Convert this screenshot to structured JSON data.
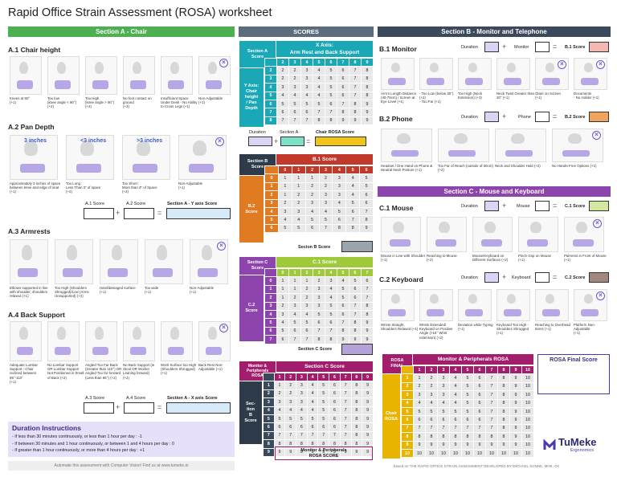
{
  "title": "Rapid Office Strain Assessment (ROSA) worksheet",
  "sectionA": {
    "header": "Section A - Chair",
    "a1": {
      "title": "A.1 Chair height",
      "items": [
        {
          "label": "Knees at 90°\n(+1)"
        },
        {
          "label": "Too low\n(knee angle < 90°)\n(+2)"
        },
        {
          "label": "Too High\n(knee angle > 90°)\n(+2)"
        },
        {
          "label": "No foot contact on ground\n(+3)"
        },
        {
          "label": "Insufficient Space Under Desk - No Ability to Cross Legs (+1)"
        },
        {
          "label": "Non-Adjustable\n(+1)"
        }
      ]
    },
    "a2": {
      "title": "A.2 Pan Depth",
      "tags": [
        "3 inches",
        "<3 inches",
        ">3 inches"
      ],
      "items": [
        {
          "label": "Approximately 3 inches of space between knee and edge of seat (+1)"
        },
        {
          "label": "Too Long :\nLess Than 3\" of space\n(+2)"
        },
        {
          "label": "Too Short :\nMore than 3\" of Space\n(+2)"
        },
        {
          "label": "Non-Adjustable\n(+1)"
        }
      ]
    },
    "a12": {
      "a1_score": "A.1 Score",
      "a2_score": "A.2 Score",
      "result": "Section A - Y axis Score"
    },
    "a3": {
      "title": "A.3 Armrests",
      "items": [
        {
          "label": "Elbows supported in line with shoulder, shoulders relaxed (+1)"
        },
        {
          "label": "Too High (Shoulders Shrugged)/Low (Arms Unsupported) (+2)"
        },
        {
          "label": "Hard/damaged surface\n(+1)"
        },
        {
          "label": "Too wide\n(+1)"
        },
        {
          "label": "Non-Adjustable\n(+1)"
        }
      ]
    },
    "a4": {
      "title": "A.4 Back Support",
      "items": [
        {
          "label": "Adequate Lumbar Support - Chair reclined between 95°-110°\n(+1)"
        },
        {
          "label": "No Lumbar Support OR Lumbar Support Not Positioned in Small of Back (+2)"
        },
        {
          "label": "Angled Too Far Back (Greater than 110°) OR Angled Too far forward (Less than 95°) (+2)"
        },
        {
          "label": "No Back Support (ie Stool OR Worker Leaning forward)\n(+2)"
        },
        {
          "label": "Work Surface too High (Shoulders Shrugged) (+1)"
        },
        {
          "label": "Back Rest Non-Adjustable (+1)"
        }
      ]
    },
    "a34": {
      "a3_score": "A.3 Score",
      "a4_score": "A.4 Score",
      "result": "Section A - X axis Score"
    }
  },
  "duration": {
    "title": "Duration Instructions",
    "lines": [
      "- If less than 30 minutes continuously, or less than 1 hour per day : -1",
      "- If between 30 minutes and 1 hour continuously, or between 1 and 4 hours per day : 0",
      "- If greater than 1 hour continuously, or more than 4 hours per day : +1"
    ]
  },
  "footer_left": "Automate this assessment with Computer Vision! Find us at www.tumeke.io",
  "footer_right": "based on THE RAPID OFFICE STRAIN ASSESSMENT DEVELOPED BY MICHAEL SONNE, MHK, CK",
  "scores": {
    "header": "SCORES",
    "t1": {
      "corner": "Section A\nScore",
      "xaxis": "X Axis:\nArm Rest and Back Support",
      "yaxis": "Y Axis:\nChair\nheight\n/ Pan\nDepth",
      "cols": [
        "2",
        "3",
        "4",
        "5",
        "6",
        "7",
        "8",
        "9"
      ],
      "rows": [
        "2",
        "3",
        "4",
        "5",
        "6",
        "7",
        "8"
      ],
      "cells": [
        [
          2,
          2,
          3,
          4,
          5,
          6,
          7,
          8
        ],
        [
          2,
          2,
          3,
          4,
          5,
          6,
          7,
          8
        ],
        [
          3,
          3,
          3,
          4,
          5,
          6,
          7,
          8
        ],
        [
          4,
          4,
          4,
          4,
          5,
          6,
          7,
          8
        ],
        [
          5,
          5,
          5,
          5,
          6,
          7,
          8,
          9
        ],
        [
          6,
          6,
          6,
          7,
          7,
          8,
          8,
          9
        ],
        [
          7,
          7,
          7,
          8,
          8,
          9,
          9,
          9
        ]
      ],
      "duration": "Duration",
      "sectionA": "Section A",
      "result": "Chair ROSA Score"
    },
    "t2": {
      "corner": "Section B\nScore",
      "top": "B.1 Score",
      "side": "B.2\nScore",
      "cols": [
        "0",
        "1",
        "2",
        "3",
        "4",
        "5",
        "6"
      ],
      "rows": [
        "0",
        "1",
        "2",
        "3",
        "4",
        "5",
        "6"
      ],
      "cells": [
        [
          1,
          1,
          1,
          2,
          3,
          4,
          5,
          6
        ],
        [
          1,
          1,
          2,
          2,
          3,
          4,
          5,
          6
        ],
        [
          1,
          2,
          2,
          3,
          3,
          4,
          6,
          7
        ],
        [
          2,
          2,
          3,
          3,
          4,
          5,
          6,
          8
        ],
        [
          3,
          3,
          4,
          4,
          5,
          6,
          7,
          8
        ],
        [
          4,
          4,
          5,
          5,
          6,
          7,
          8,
          9
        ],
        [
          5,
          5,
          6,
          7,
          8,
          8,
          9,
          9
        ]
      ],
      "result": "Secion B Score"
    },
    "t3": {
      "corner": "Section C\nScore",
      "top": "C.1 Score",
      "side": "C.2\nScore",
      "cols": [
        "0",
        "1",
        "2",
        "3",
        "4",
        "5",
        "6",
        "7"
      ],
      "rows": [
        "0",
        "1",
        "2",
        "3",
        "4",
        "5",
        "6",
        "7"
      ],
      "cells": [
        [
          1,
          1,
          1,
          2,
          3,
          4,
          5,
          6
        ],
        [
          1,
          1,
          2,
          3,
          4,
          5,
          6,
          7
        ],
        [
          1,
          2,
          2,
          3,
          4,
          5,
          6,
          7
        ],
        [
          2,
          3,
          3,
          3,
          5,
          6,
          7,
          8
        ],
        [
          3,
          4,
          4,
          5,
          5,
          6,
          7,
          8
        ],
        [
          4,
          5,
          5,
          6,
          6,
          7,
          8,
          9
        ],
        [
          5,
          6,
          6,
          7,
          7,
          8,
          8,
          9
        ],
        [
          6,
          7,
          7,
          8,
          8,
          9,
          9,
          9
        ]
      ],
      "result": "Section C Score"
    },
    "t4": {
      "corner": "Monitor &\nPeripherals\nROSA",
      "top": "Section C Score",
      "side": "Sec-\ntion\nB\nScore",
      "cols": [
        "1",
        "2",
        "3",
        "4",
        "5",
        "6",
        "7",
        "8",
        "9"
      ],
      "rows": [
        "1",
        "2",
        "3",
        "4",
        "5",
        "6",
        "7",
        "8",
        "9"
      ],
      "cells": [
        [
          1,
          2,
          3,
          4,
          5,
          6,
          7,
          8,
          9
        ],
        [
          2,
          2,
          3,
          4,
          5,
          6,
          7,
          8,
          9
        ],
        [
          3,
          3,
          3,
          4,
          5,
          6,
          7,
          8,
          9
        ],
        [
          4,
          4,
          4,
          4,
          5,
          6,
          7,
          8,
          9
        ],
        [
          5,
          5,
          5,
          5,
          5,
          6,
          7,
          8,
          9
        ],
        [
          6,
          6,
          6,
          6,
          6,
          6,
          7,
          8,
          9
        ],
        [
          7,
          7,
          7,
          7,
          7,
          7,
          7,
          8,
          9
        ],
        [
          8,
          8,
          8,
          8,
          8,
          8,
          8,
          8,
          9
        ],
        [
          9,
          9,
          9,
          9,
          9,
          9,
          9,
          9,
          9
        ]
      ],
      "result": "Monitor & Peripherals\nROSA SCORE"
    }
  },
  "sectionB": {
    "header": "Section B - Monitor and Telephone",
    "b1": {
      "title": "B.1 Monitor",
      "duration": "Duration",
      "monitor": "Monitor",
      "result": "B.1 Score",
      "items": [
        {
          "label": "Arm's Length Distance (40-75cm) / Screen at Eye Level (+1)"
        },
        {
          "label": "- Too Low (below 30°) (+2)\n- Too Far (+1)"
        },
        {
          "label": "Too High (Neck Extension) (+3)"
        },
        {
          "label": "Neck Twist Greater than 30° (+1)"
        },
        {
          "label": "Glare on Screen\n(+1)"
        },
        {
          "label": "Documents\n- No Holder (+1)"
        }
      ]
    },
    "b2": {
      "title": "B.2 Phone",
      "duration": "Duration",
      "phone": "Phone",
      "result": "B.2 Score",
      "items": [
        {
          "label": "Headset / One Hand on Phone & Neutral Neck Posture (+1)"
        },
        {
          "label": "Too Far of Reach (outside of 30cm) (+2)"
        },
        {
          "label": "Neck and Shoulder Hold (+2)"
        },
        {
          "label": "No Hands-Free Options (+1)"
        }
      ]
    }
  },
  "sectionC": {
    "header": "Section C - Mouse and Keyboard",
    "c1": {
      "title": "C.1 Mouse",
      "duration": "Duration",
      "mouse": "Mouse",
      "result": "C.1 Score",
      "items": [
        {
          "label": "Mouse in Line with Shoulder (+1)"
        },
        {
          "label": "Reaching to Mouse\n(+2)"
        },
        {
          "label": "Mouse/Keyboard on Different Surfaces (+2)"
        },
        {
          "label": "Pinch Grip on Mouse\n(+1)"
        },
        {
          "label": "Palmrest in Front of Mouse (+1)"
        }
      ]
    },
    "c2": {
      "title": "C.2 Keyboard",
      "duration": "Duration",
      "keyboard": "Keyboard",
      "result": "C.2 Score",
      "items": [
        {
          "label": "Wrists Straight, Shoulders Relaxed (+1)"
        },
        {
          "label": "Wrists Extended/ Keyboard on Positive Angle (>15° Wrist extension) (+2)"
        },
        {
          "label": "Deviation while Typing\n(+1)"
        },
        {
          "label": "Keyboard Too High - Shoulders Shrugged\n(+1)"
        },
        {
          "label": "Reaching to Overhead Items (+1)"
        },
        {
          "label": "Platform Non-Adjustable\n(+1)"
        }
      ]
    }
  },
  "final": {
    "corner": "ROSA\nFINAL",
    "top": "Monitor & Peripherals ROSA",
    "side": "Chair\nROSA",
    "cols": [
      "1",
      "2",
      "3",
      "4",
      "5",
      "6",
      "7",
      "8",
      "9",
      "10"
    ],
    "rows": [
      "1",
      "2",
      "3",
      "4",
      "5",
      "6",
      "7",
      "8",
      "9",
      "10"
    ],
    "cells": [
      [
        1,
        2,
        3,
        4,
        5,
        6,
        7,
        8,
        9,
        10
      ],
      [
        2,
        2,
        3,
        4,
        5,
        6,
        7,
        8,
        9,
        10
      ],
      [
        3,
        3,
        3,
        4,
        5,
        6,
        7,
        8,
        9,
        10
      ],
      [
        4,
        4,
        4,
        4,
        5,
        6,
        7,
        8,
        9,
        10
      ],
      [
        5,
        5,
        5,
        5,
        5,
        6,
        7,
        8,
        9,
        10
      ],
      [
        6,
        6,
        6,
        6,
        6,
        6,
        7,
        8,
        9,
        10
      ],
      [
        7,
        7,
        7,
        7,
        7,
        7,
        7,
        8,
        9,
        10
      ],
      [
        8,
        8,
        8,
        8,
        8,
        8,
        8,
        8,
        9,
        10
      ],
      [
        9,
        9,
        9,
        9,
        9,
        9,
        9,
        9,
        9,
        10
      ],
      [
        10,
        10,
        10,
        10,
        10,
        10,
        10,
        10,
        10,
        10
      ]
    ],
    "result": "ROSA Final Score"
  },
  "brand": {
    "name": "TuMeke",
    "sub": "Ergonomics"
  },
  "colors": {
    "green": "#4caf50",
    "teal": "#1aa7b6",
    "red": "#c0392b",
    "orange": "#e07b22",
    "lime": "#9dc93a",
    "purple": "#8e44ad",
    "magenta": "#a21d6b",
    "yellow": "#e8b400",
    "slate": "#3a4a5c",
    "lav": "#dcd4f5"
  }
}
